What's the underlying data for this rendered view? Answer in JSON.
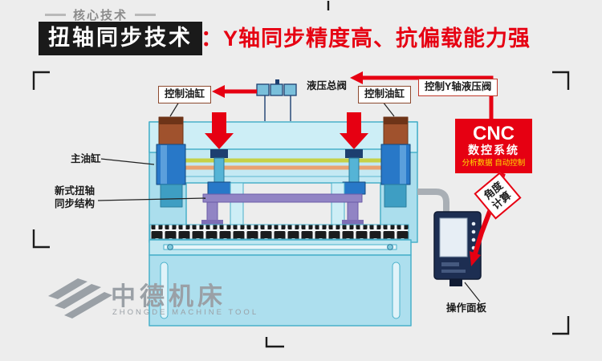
{
  "header": {
    "tag": "核心技术",
    "title": "扭轴同步技术",
    "subtitle": "：Y轴同步精度高、抗偏载能力强"
  },
  "diagram": {
    "labels": {
      "control_cylinder_left": "控制油缸",
      "control_cylinder_right": "控制油缸",
      "hydraulic_main_valve": "液压总阀",
      "control_y_axis_valve": "控制Y轴液压阀",
      "main_cylinder": "主油缸",
      "torsion_line1": "新式扭轴",
      "torsion_line2": "同步结构",
      "angle_calc": "角度计算",
      "operation_panel": "操作面板"
    },
    "cnc": {
      "title": "CNC",
      "subtitle": "数控系统",
      "caption": "分析数据 自动控制"
    }
  },
  "logo": {
    "name": "中德机床",
    "subtitle": "ZHONGDE MACHINE TOOL"
  },
  "colors": {
    "accent_red": "#e60012",
    "machine_cyan": "#b3e2ef",
    "caption_yellow": "#ffe100",
    "frame_black": "#1a1a1a"
  }
}
